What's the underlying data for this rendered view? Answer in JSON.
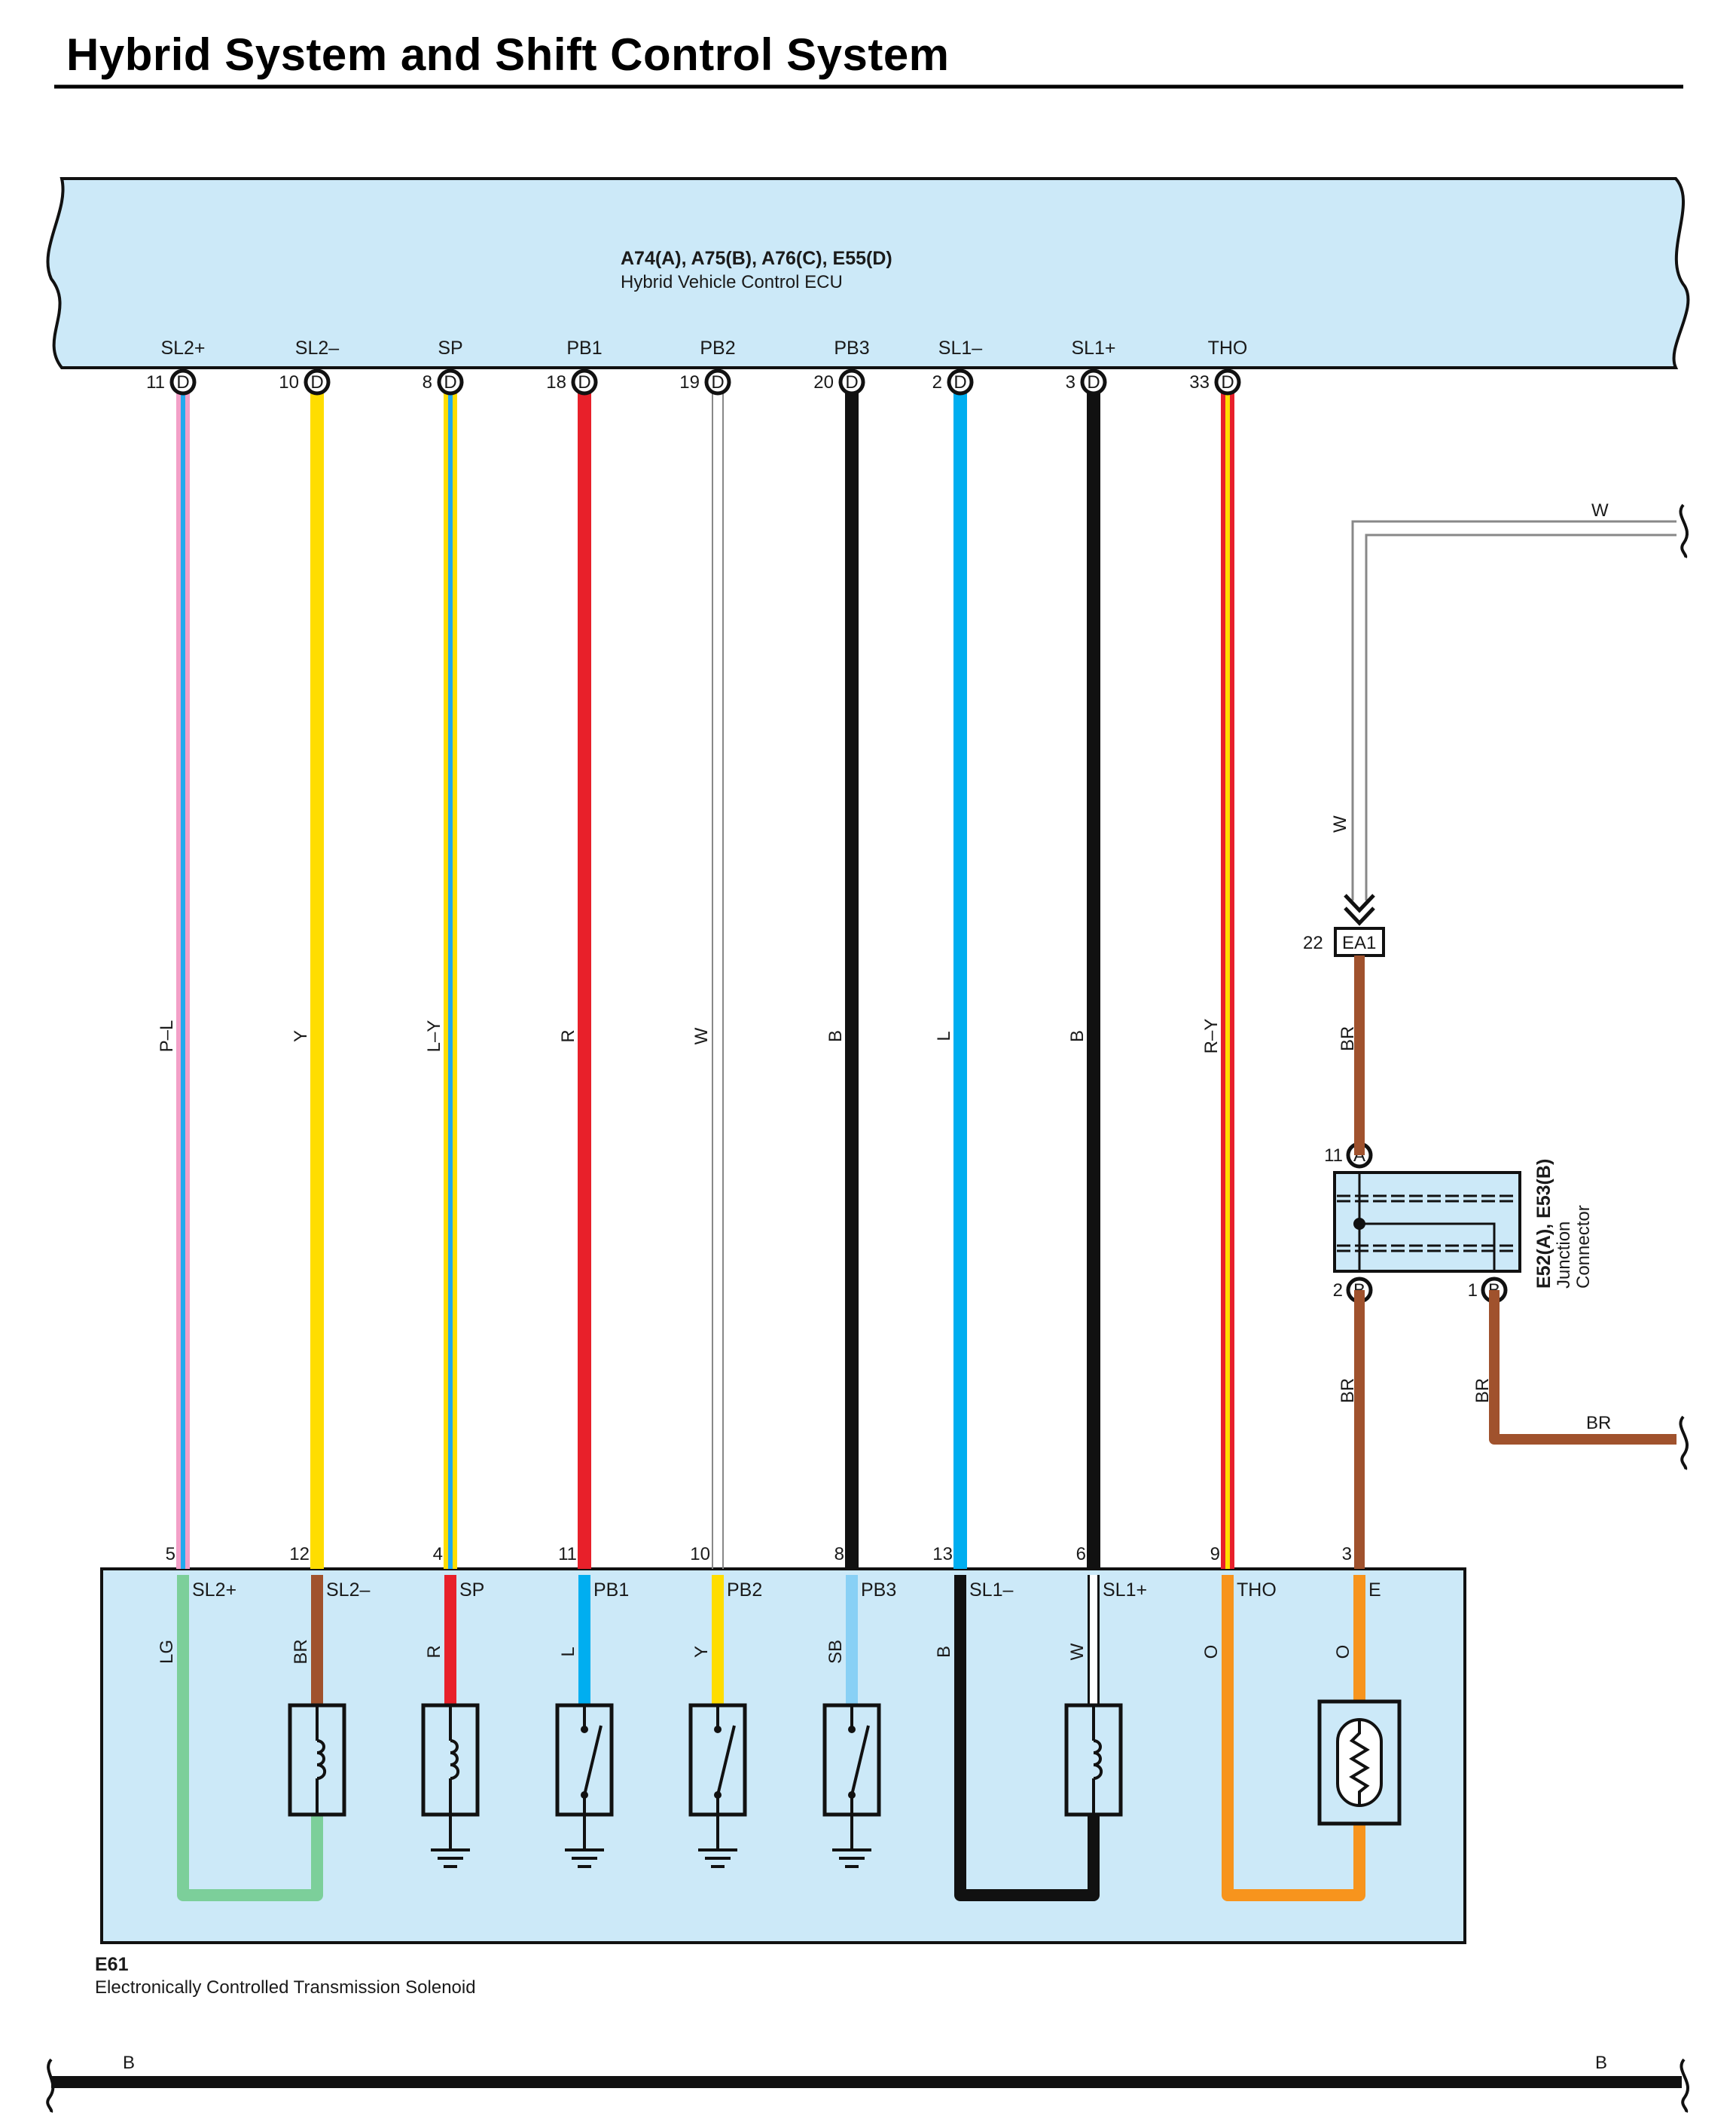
{
  "title": "Hybrid System and Shift Control System",
  "ecu": {
    "connectors": "A74(A), A75(B), A76(C), E55(D)",
    "name": "Hybrid Vehicle Control ECU",
    "color": "#cce9f8",
    "pins": [
      {
        "name": "SL2+",
        "num": "11",
        "conn": "D",
        "wire": "P–L",
        "wire_colors": [
          "#f2a0c8",
          "#22aaee"
        ]
      },
      {
        "name": "SL2–",
        "num": "10",
        "conn": "D",
        "wire": "Y",
        "wire_colors": [
          "#ffdd00"
        ]
      },
      {
        "name": "SP",
        "num": "8",
        "conn": "D",
        "wire": "L–Y",
        "wire_colors": [
          "#ffdd00",
          "#22aaee"
        ]
      },
      {
        "name": "PB1",
        "num": "18",
        "conn": "D",
        "wire": "R",
        "wire_colors": [
          "#e8202a"
        ]
      },
      {
        "name": "PB2",
        "num": "19",
        "conn": "D",
        "wire": "W",
        "wire_colors": [
          "#ffffff"
        ]
      },
      {
        "name": "PB3",
        "num": "20",
        "conn": "D",
        "wire": "B",
        "wire_colors": [
          "#111111"
        ]
      },
      {
        "name": "SL1–",
        "num": "2",
        "conn": "D",
        "wire": "L",
        "wire_colors": [
          "#00aef0"
        ]
      },
      {
        "name": "SL1+",
        "num": "3",
        "conn": "D",
        "wire": "B",
        "wire_colors": [
          "#111111"
        ]
      },
      {
        "name": "THO",
        "num": "33",
        "conn": "D",
        "wire": "R–Y",
        "wire_colors": [
          "#e8202a",
          "#ffdd00"
        ]
      }
    ]
  },
  "solenoid": {
    "code": "E61",
    "name": "Electronically Controlled Transmission Solenoid",
    "color": "#cce9f8",
    "pins": [
      {
        "num": "5",
        "name": "SL2+",
        "inner_wire": "LG"
      },
      {
        "num": "12",
        "name": "SL2–",
        "inner_wire": "BR"
      },
      {
        "num": "4",
        "name": "SP",
        "inner_wire": "R"
      },
      {
        "num": "11",
        "name": "PB1",
        "inner_wire": "L"
      },
      {
        "num": "10",
        "name": "PB2",
        "inner_wire": "Y"
      },
      {
        "num": "8",
        "name": "PB3",
        "inner_wire": "SB"
      },
      {
        "num": "13",
        "name": "SL1–",
        "inner_wire": "B"
      },
      {
        "num": "6",
        "name": "SL1+",
        "inner_wire": "W"
      },
      {
        "num": "9",
        "name": "THO",
        "inner_wire": "O"
      },
      {
        "num": "3",
        "name": "E",
        "inner_wire": "O"
      }
    ]
  },
  "junction": {
    "code": "E52(A), E53(B)",
    "line1": "Junction",
    "line2": "Connector",
    "pin_top": {
      "num": "11",
      "conn": "A"
    },
    "pin_bottom_left": {
      "num": "2",
      "conn": "B"
    },
    "pin_bottom_right": {
      "num": "1",
      "conn": "B"
    }
  },
  "ea1": {
    "num": "22",
    "label": "EA1"
  },
  "wires": {
    "w_top": "W",
    "w_vertical": "W",
    "br_upper": "BR",
    "br_lower_left": "BR",
    "br_lower_right": "BR",
    "br_out": "BR",
    "bottom_left": "B",
    "bottom_right": "B"
  },
  "wire_colors": {
    "BR": "#a0522d",
    "O": "#f7941d",
    "LG": "#7ccf9a",
    "SB": "#88d0f5",
    "B": "#111111"
  }
}
